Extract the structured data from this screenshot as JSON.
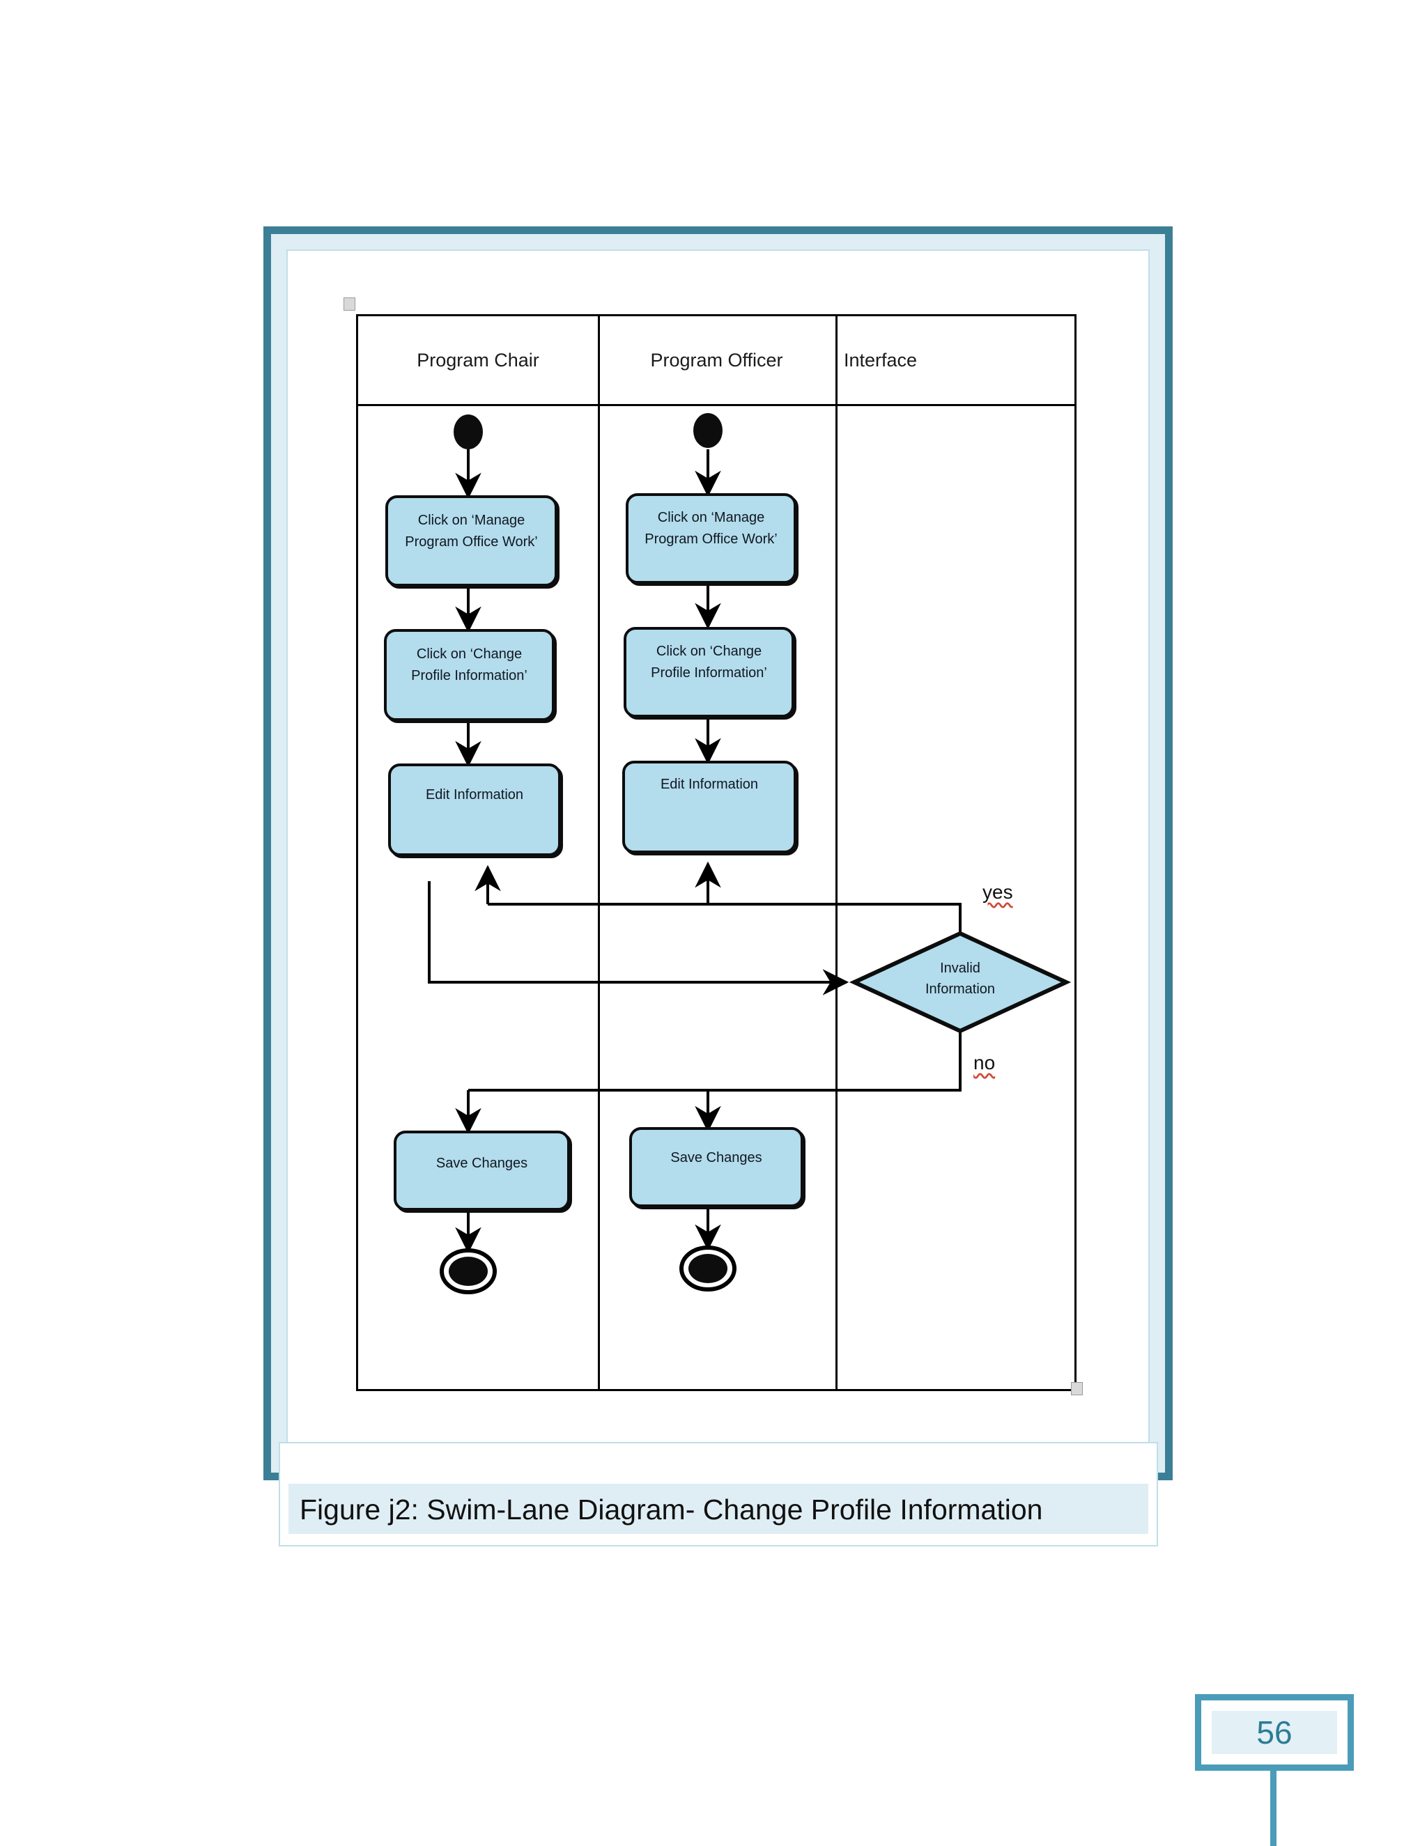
{
  "figure": {
    "caption": "Figure j2: Swim-Lane Diagram- Change Profile Information"
  },
  "page": {
    "number": "56"
  },
  "colors": {
    "frame_border": "#3b7f96",
    "frame_band": "#dfeef4",
    "node_fill": "#b3dced",
    "node_border": "#0d0d0d",
    "page_accent": "#4a9cb8",
    "spellcheck_underline": "#d04a3a"
  },
  "diagram": {
    "type": "swimlane-activity-diagram",
    "lanes": [
      {
        "id": "program-chair",
        "label": "Program Chair"
      },
      {
        "id": "program-officer",
        "label": "Program Officer"
      },
      {
        "id": "interface",
        "label": "Interface"
      }
    ],
    "nodes": {
      "chair_start": {
        "type": "initial-node",
        "lane": "program-chair"
      },
      "officer_start": {
        "type": "initial-node",
        "lane": "program-officer"
      },
      "chair_manage": {
        "type": "action",
        "lane": "program-chair",
        "line1": "Click on ‘Manage",
        "line2": "Program Office Work’"
      },
      "officer_manage": {
        "type": "action",
        "lane": "program-officer",
        "line1": "Click on ‘Manage",
        "line2": "Program Office Work’"
      },
      "chair_change": {
        "type": "action",
        "lane": "program-chair",
        "line1": "Click on  ‘Change",
        "line2": "Profile Information’"
      },
      "officer_change": {
        "type": "action",
        "lane": "program-officer",
        "line1": "Click on  ‘Change",
        "line2": "Profile Information’"
      },
      "chair_edit": {
        "type": "action",
        "lane": "program-chair",
        "line1": "Edit Information"
      },
      "officer_edit": {
        "type": "action",
        "lane": "program-officer",
        "line1": "Edit Information"
      },
      "decision": {
        "type": "decision",
        "lane": "interface",
        "line1": "Invalid",
        "line2": "Information"
      },
      "chair_save": {
        "type": "action",
        "lane": "program-chair",
        "line1": "Save Changes"
      },
      "officer_save": {
        "type": "action",
        "lane": "program-officer",
        "line1": "Save Changes"
      },
      "chair_end": {
        "type": "final-node",
        "lane": "program-chair"
      },
      "officer_end": {
        "type": "final-node",
        "lane": "program-officer"
      }
    },
    "branch_labels": {
      "yes": "yes",
      "no": "no"
    },
    "edges": [
      {
        "from": "chair_start",
        "to": "chair_manage"
      },
      {
        "from": "officer_start",
        "to": "officer_manage"
      },
      {
        "from": "chair_manage",
        "to": "chair_change"
      },
      {
        "from": "officer_manage",
        "to": "officer_change"
      },
      {
        "from": "chair_change",
        "to": "chair_edit"
      },
      {
        "from": "officer_change",
        "to": "officer_edit"
      },
      {
        "from": "chair_edit",
        "to": "decision"
      },
      {
        "from": "decision",
        "to": "chair_edit",
        "guard": "yes"
      },
      {
        "from": "decision",
        "to": "officer_edit",
        "guard": "yes"
      },
      {
        "from": "decision",
        "to": "chair_save",
        "guard": "no"
      },
      {
        "from": "decision",
        "to": "officer_save",
        "guard": "no"
      },
      {
        "from": "chair_save",
        "to": "chair_end"
      },
      {
        "from": "officer_save",
        "to": "officer_end"
      }
    ]
  }
}
